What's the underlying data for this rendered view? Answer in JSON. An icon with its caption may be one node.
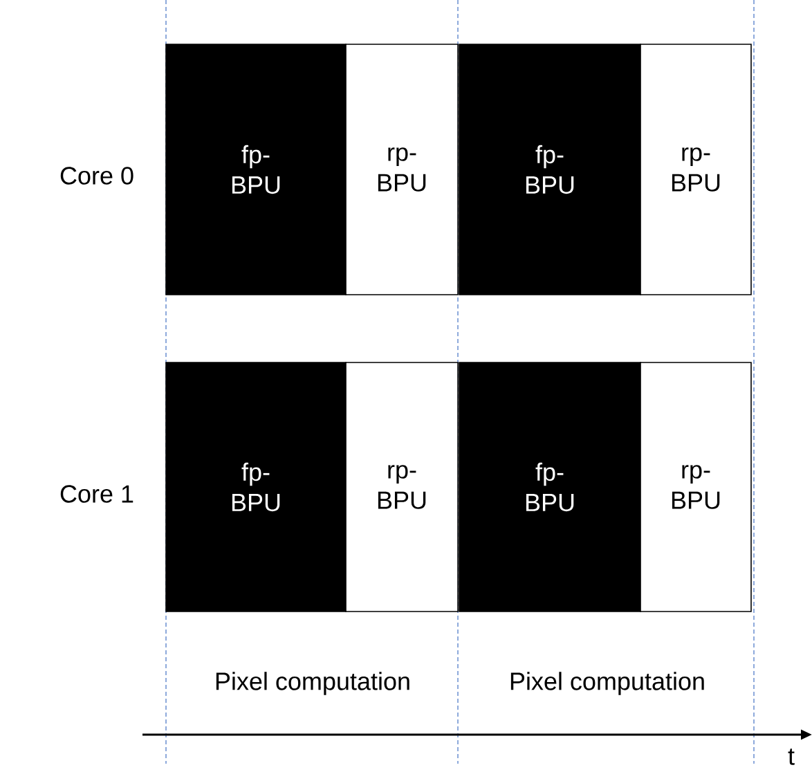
{
  "diagram": {
    "nodes": [
      {
        "text": [
          "fp-BPU"
        ]
      },
      {
        "text": [
          "rp- BPU"
        ]
      },
      {
        "text": [
          "fp-BPU"
        ]
      },
      {
        "text": [
          "rp- BPU"
        ]
      },
      {
        "text": [
          "fp-BPU"
        ]
      },
      {
        "text": [
          "rp- BPU"
        ]
      },
      {
        "text": [
          "fp-BPU"
        ]
      },
      {
        "text": [
          "rp- BPU"
        ]
      }
    ],
    "labels": [
      "Core 0",
      "Core 1",
      "Pixel computation",
      "Pixel computation",
      "t"
    ]
  }
}
